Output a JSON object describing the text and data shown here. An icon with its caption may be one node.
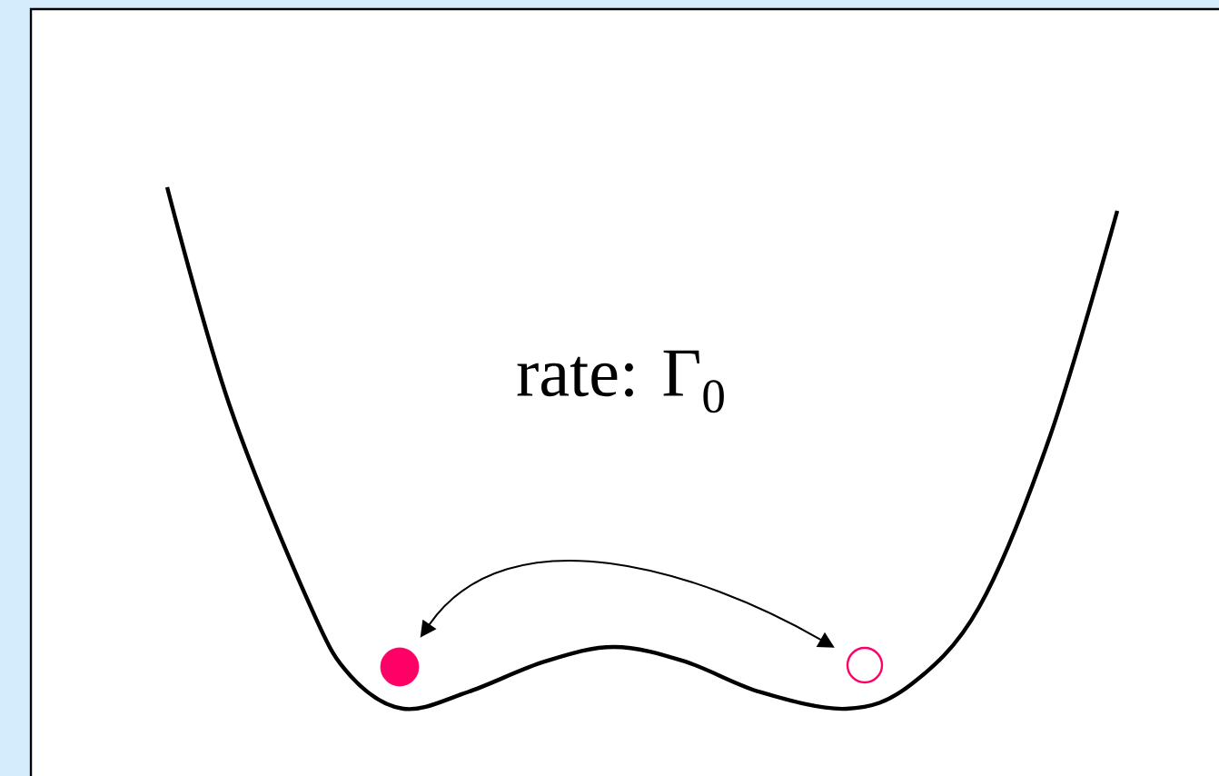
{
  "diagram": {
    "nodes": [
      {
        "text": [],
        "shape": "circle"
      },
      {
        "text": [],
        "shape": "circle"
      }
    ],
    "edges": [
      {
        "from": 0,
        "to": 1,
        "arrow": "both"
      }
    ],
    "labels": [
      "rate: Γ$_{0}$"
    ]
  }
}
